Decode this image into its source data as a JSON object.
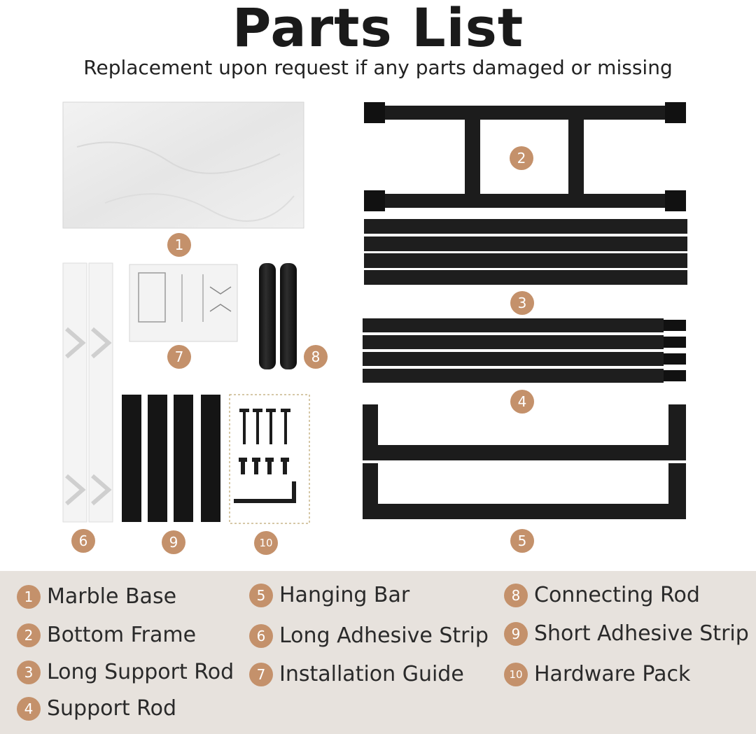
{
  "header": {
    "title": "Parts List",
    "subtitle": "Replacement upon request if any parts damaged or missing"
  },
  "diagram": {
    "badges": [
      "1",
      "2",
      "3",
      "4",
      "5",
      "6",
      "7",
      "8",
      "9",
      "10"
    ]
  },
  "legend": {
    "items": [
      {
        "num": "1",
        "label": "Marble Base"
      },
      {
        "num": "2",
        "label": "Bottom Frame"
      },
      {
        "num": "3",
        "label": "Long Support Rod"
      },
      {
        "num": "4",
        "label": "Support Rod"
      },
      {
        "num": "5",
        "label": "Hanging Bar"
      },
      {
        "num": "6",
        "label": "Long Adhesive Strip"
      },
      {
        "num": "7",
        "label": "Installation Guide"
      },
      {
        "num": "8",
        "label": "Connecting Rod"
      },
      {
        "num": "9",
        "label": "Short Adhesive Strip"
      },
      {
        "num": "10",
        "label": "Hardware Pack"
      }
    ]
  },
  "colors": {
    "badge": "#c4916b",
    "legend_background": "#e7e2dd",
    "metal": "#1c1c1c",
    "marble": "#ececec"
  }
}
